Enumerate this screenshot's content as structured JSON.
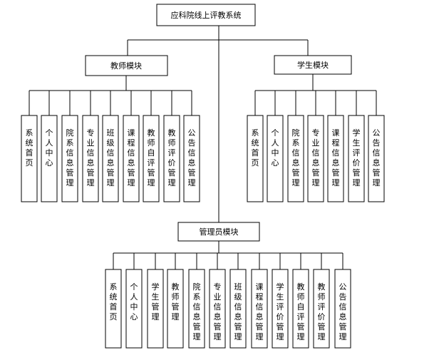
{
  "root": {
    "label": "应科院线上评教系统"
  },
  "teacher": {
    "label": "教师模块",
    "items": [
      "系统首页",
      "个人中心",
      "院系信息管理",
      "专业信息管理",
      "班级信息管理",
      "课程信息管理",
      "教师自评管理",
      "教师评价管理",
      "公告信息管理"
    ]
  },
  "student": {
    "label": "学生模块",
    "items": [
      "系统首页",
      "个人中心",
      "院系信息管理",
      "专业信息管理",
      "课程信息管理",
      "学生评价管理",
      "公告信息管理"
    ]
  },
  "admin": {
    "label": "管理员模块",
    "items": [
      "系统首页",
      "个人中心",
      "学生管理",
      "教师管理",
      "院系信息管理",
      "专业信息管理",
      "班级信息管理",
      "课程信息管理",
      "学生评价管理",
      "教师自评管理",
      "教师评价管理",
      "公告信息管理"
    ]
  }
}
